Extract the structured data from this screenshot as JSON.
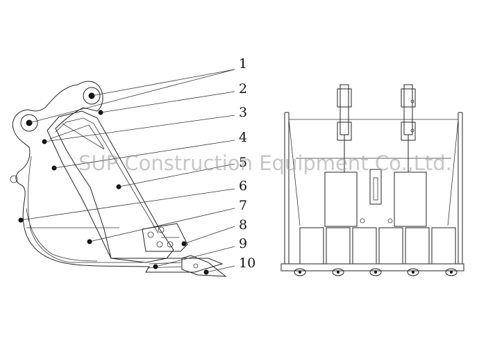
{
  "watermark": "SUP Construction Equipment Co.,Ltd.",
  "part_labels": [
    "1",
    "2",
    "3",
    "4",
    "5",
    "6",
    "7",
    "8",
    "9",
    "10"
  ],
  "colors": {
    "line": "#222222",
    "watermark": "#9a9a9a",
    "background": "#ffffff"
  }
}
